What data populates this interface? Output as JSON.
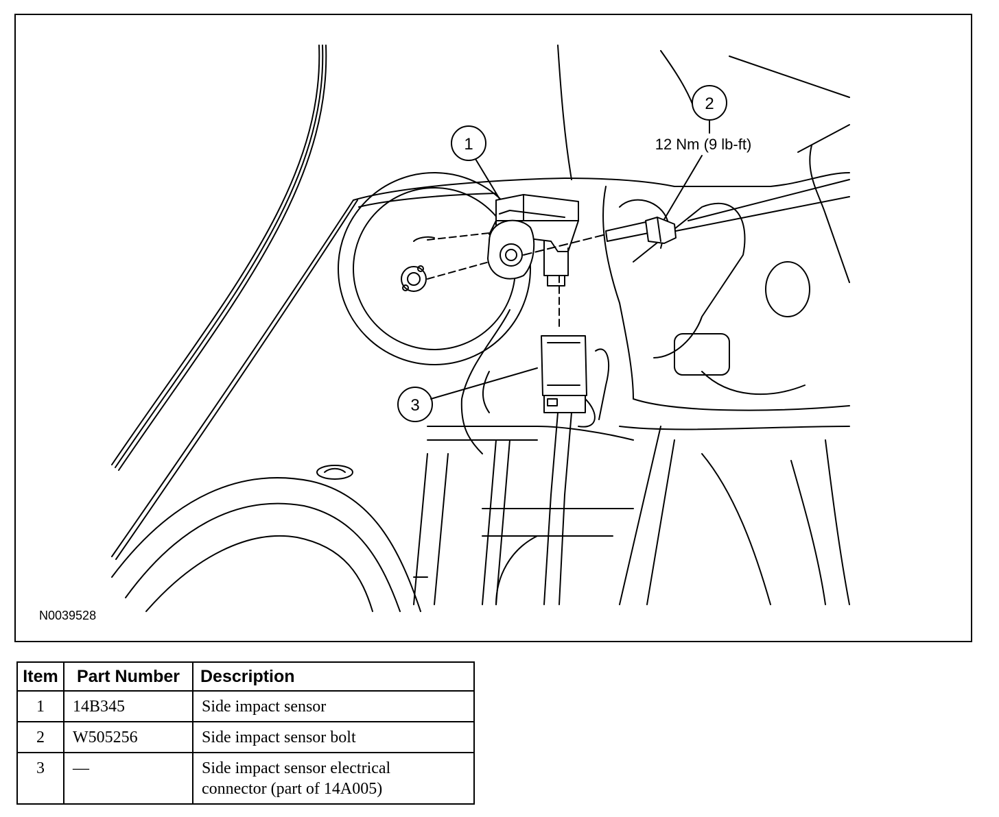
{
  "figure": {
    "id": "N0039528",
    "callouts": [
      {
        "number": "1"
      },
      {
        "number": "2",
        "torque": "12 Nm (9 lb-ft)"
      },
      {
        "number": "3"
      }
    ]
  },
  "table": {
    "headers": [
      "Item",
      "Part Number",
      "Description"
    ],
    "rows": [
      {
        "item": "1",
        "part_number": "14B345",
        "description": [
          "Side impact sensor"
        ]
      },
      {
        "item": "2",
        "part_number": "W505256",
        "description": [
          "Side impact sensor bolt"
        ]
      },
      {
        "item": "3",
        "part_number": "—",
        "description": [
          "Side impact sensor electrical",
          "connector (part of 14A005)"
        ]
      }
    ]
  }
}
